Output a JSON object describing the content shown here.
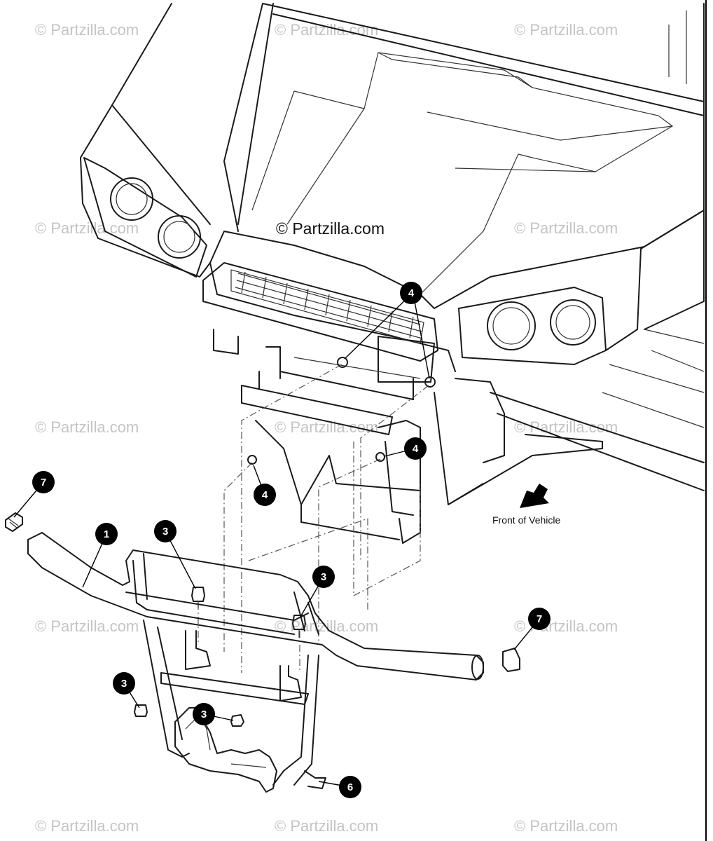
{
  "watermark": "© Partzilla.com",
  "center_watermark": "© Partzilla.com",
  "front_label": "Front of Vehicle",
  "callouts": {
    "c1": "1",
    "c3a": "3",
    "c3b": "3",
    "c3c": "3",
    "c3d": "3",
    "c4a": "4",
    "c4b": "4",
    "c4c": "4",
    "c6": "6",
    "c7a": "7",
    "c7b": "7"
  },
  "colors": {
    "line": "#1a1a1a",
    "callout_fill": "#000000",
    "watermark": "#c4c4c4"
  }
}
